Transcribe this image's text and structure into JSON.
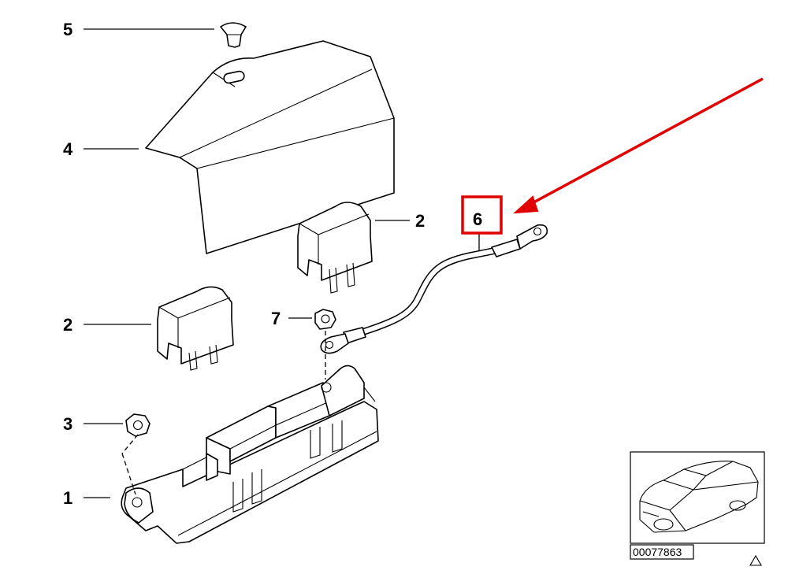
{
  "callouts": {
    "c1": "1",
    "c2a": "2",
    "c2b": "2",
    "c3": "3",
    "c4": "4",
    "c5": "5",
    "c6": "6",
    "c7": "7"
  },
  "reference_number": "00077863",
  "highlight": {
    "box_color": "#e00000",
    "arrow_color": "#e00000",
    "target": "6"
  },
  "icons": [
    "car-thumbnail-icon",
    "triangle-icon"
  ]
}
